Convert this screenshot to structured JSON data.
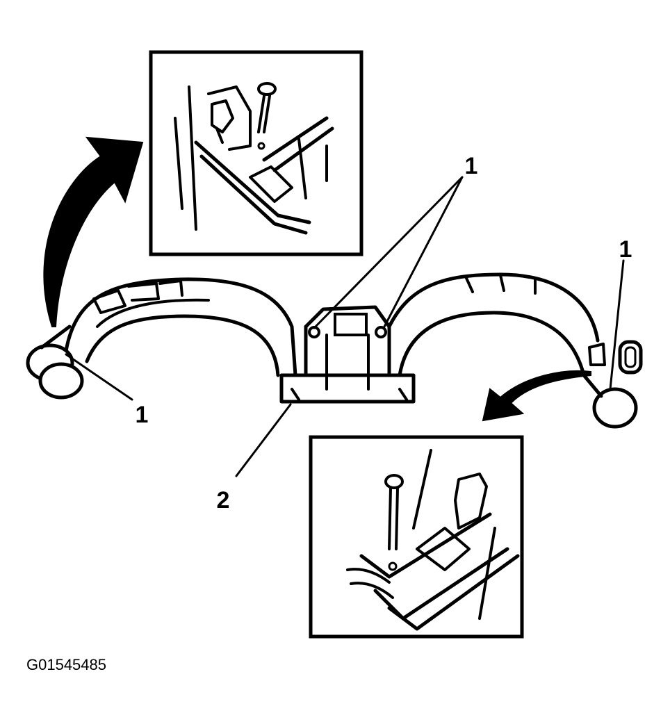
{
  "figure_id": "G01545485",
  "callouts": {
    "c1_top": "1",
    "c1_right": "1",
    "c1_left": "1",
    "c2": "2"
  }
}
